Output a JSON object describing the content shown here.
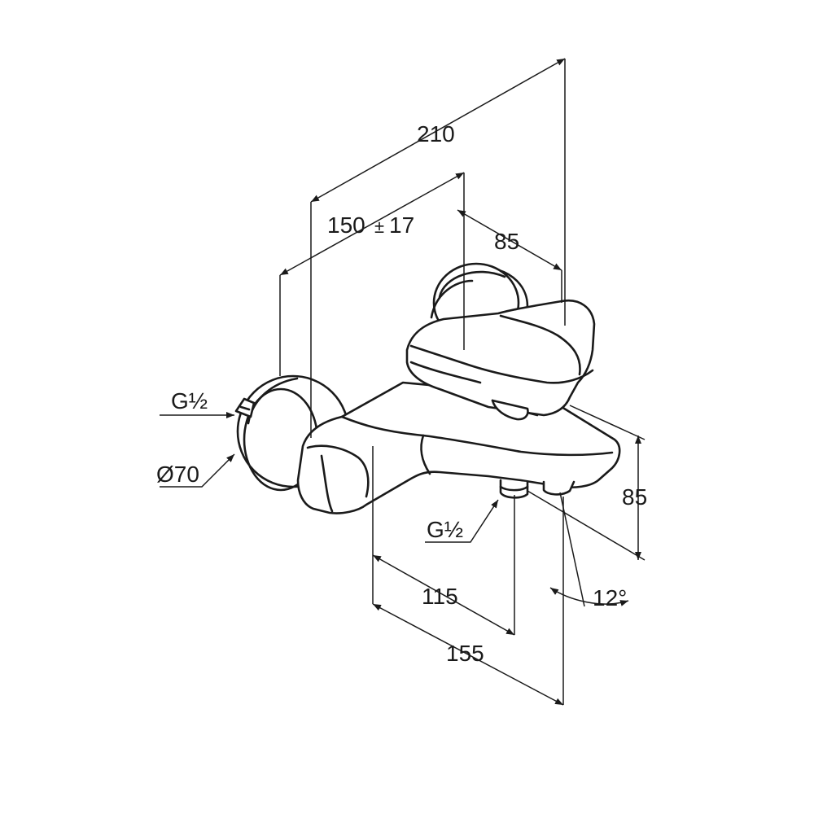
{
  "dimensions": {
    "overall_depth": "210",
    "wall_distance": "150",
    "wall_tolerance_sign": "±",
    "wall_tolerance_value": "17",
    "lever_length": "85",
    "height": "85",
    "spout_inlet": "115",
    "spout_reach": "155",
    "angle": "12°"
  },
  "connections": {
    "inlet_thread": "G½",
    "rosette_diameter": "Ø70",
    "outlet_thread": "G½"
  },
  "colors": {
    "line": "#1a1a1a",
    "background": "#ffffff"
  }
}
